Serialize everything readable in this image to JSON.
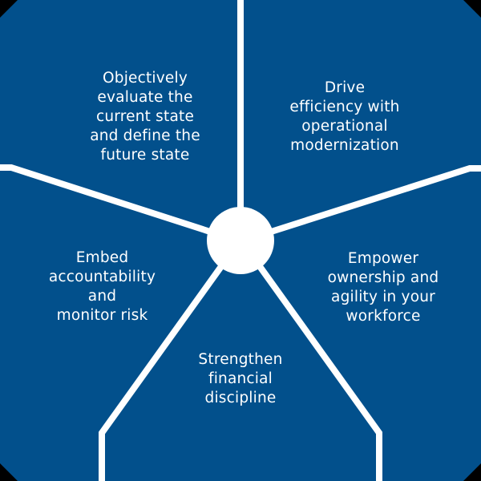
{
  "diagram": {
    "type": "radial-segments",
    "colors": {
      "background": "#02508c",
      "divider": "#ffffff",
      "hub": "#ffffff",
      "text": "#ffffff"
    },
    "hub": {
      "shape": "circle"
    },
    "segments": [
      {
        "id": "top-left",
        "lines": [
          "Objectively",
          "evaluate the",
          "current state",
          "and define the",
          "future state"
        ]
      },
      {
        "id": "top-right",
        "lines": [
          "Drive",
          "efficiency with",
          "operational",
          "modernization"
        ]
      },
      {
        "id": "right",
        "lines": [
          "Empower",
          "ownership and",
          "agility in your",
          "workforce"
        ]
      },
      {
        "id": "bottom",
        "lines": [
          "Strengthen",
          "financial",
          "discipline"
        ]
      },
      {
        "id": "left",
        "lines": [
          "Embed",
          "accountability",
          "and",
          "monitor risk"
        ]
      }
    ]
  }
}
